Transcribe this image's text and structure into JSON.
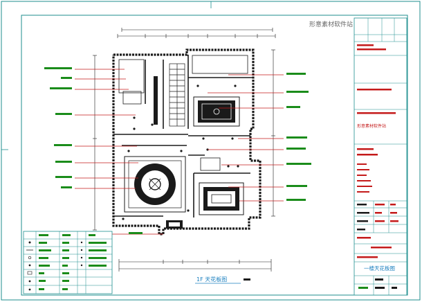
{
  "watermark": "形意素材软件站",
  "drawing_title": "1F 天花板图",
  "title_block": {
    "company": "形意素材软件站",
    "sheet_name": "一楼天花板图"
  },
  "colors": {
    "frame": "#1c8e8e",
    "walls": "#1a1a1a",
    "leader": "#c41a1a",
    "label": "#1a8c1a",
    "dim": "#1a1a1a",
    "title_text": "#1a7fbf",
    "legend_text": "#1a8c1a"
  },
  "legend": {
    "rows": 7
  }
}
